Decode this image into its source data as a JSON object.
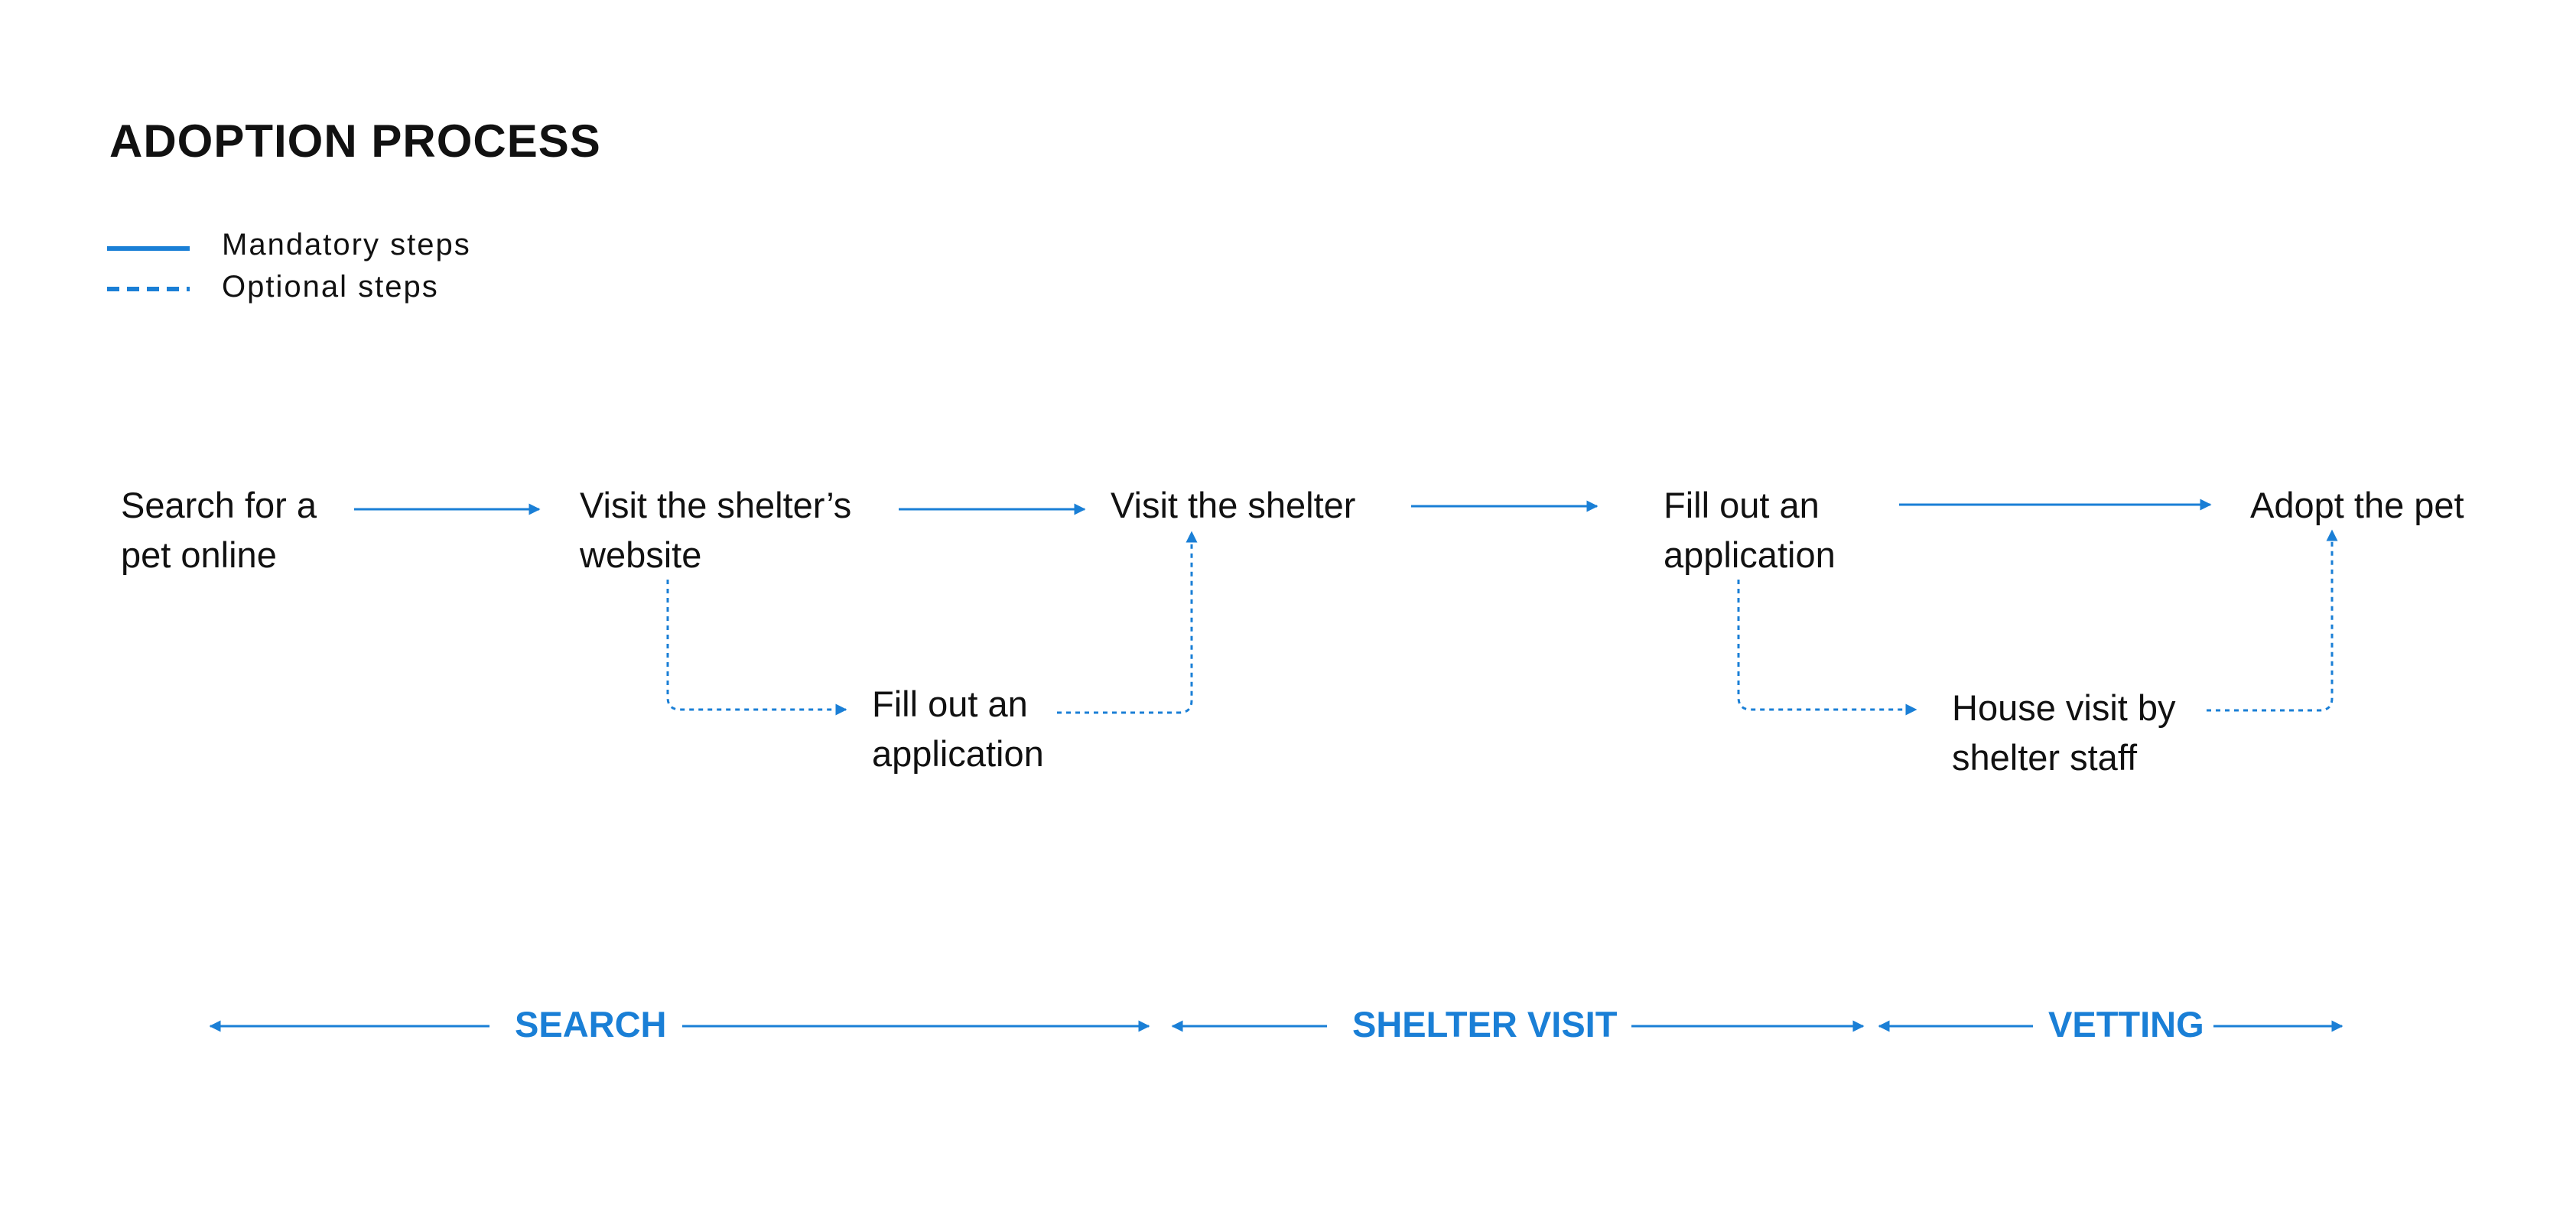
{
  "title": "ADOPTION PROCESS",
  "colors": {
    "accent": "#1a7fd6",
    "text": "#111111",
    "background": "#ffffff"
  },
  "legend": {
    "mandatory": "Mandatory steps",
    "optional": "Optional steps"
  },
  "nodes": {
    "search": [
      "Search for a",
      "pet online"
    ],
    "website": [
      "Visit the shelter’s",
      "website"
    ],
    "visit": [
      "Visit the shelter"
    ],
    "application_optional": [
      "Fill out an",
      "application"
    ],
    "application": [
      "Fill out an",
      "application"
    ],
    "house_visit": [
      "House visit by",
      "shelter staff"
    ],
    "adopt": [
      "Adopt the pet"
    ]
  },
  "phases": {
    "search": "SEARCH",
    "shelter_visit": "SHELTER VISIT",
    "vetting": "VETTING"
  }
}
